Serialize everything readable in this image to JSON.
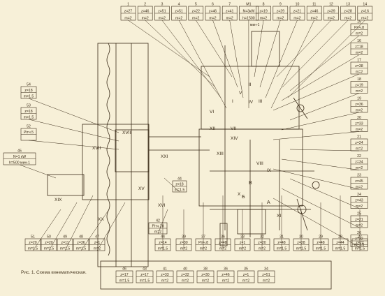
{
  "caption": "Рис. 1. Схема кинематическая.",
  "colors": {
    "paper": "#f7f0d8",
    "ink": "#3a2b18",
    "accent": "#b48a4a"
  },
  "top_gears": [
    {
      "n": "1",
      "z": "z=27",
      "m": "m=2"
    },
    {
      "n": "2",
      "z": "z=46",
      "m": "m=2"
    },
    {
      "n": "3",
      "z": "z=51",
      "m": "m=2"
    },
    {
      "n": "4",
      "z": "z=51",
      "m": "m=2"
    },
    {
      "n": "5",
      "z": "z=22",
      "m": "m=2"
    },
    {
      "n": "6",
      "z": "z=46",
      "m": "m=2"
    },
    {
      "n": "7",
      "z": "z=41",
      "m": "m=2"
    },
    {
      "n": "M1",
      "z": "N=3кW",
      "m": "h=1500"
    },
    {
      "n": "8",
      "z": "z=19",
      "m": "m=2"
    },
    {
      "n": "9",
      "z": "z=29",
      "m": "m=2"
    },
    {
      "n": "10",
      "z": "z=21",
      "m": "m=2"
    },
    {
      "n": "11",
      "z": "z=46",
      "m": "m=2"
    },
    {
      "n": "12",
      "z": "z=39",
      "m": "m=2"
    },
    {
      "n": "13",
      "z": "z=28",
      "m": "m=2"
    },
    {
      "n": "14",
      "z": "z=16",
      "m": "m=2"
    }
  ],
  "motor_unit": "мин-1",
  "right_gears": [
    {
      "n": "15",
      "z": "Pітч.8",
      "m": "m=2"
    },
    {
      "n": "16",
      "z": "z=18",
      "m": "m=2"
    },
    {
      "n": "17",
      "z": "z=38",
      "m": "m=2"
    },
    {
      "n": "18",
      "z": "z=19",
      "m": "m=2"
    },
    {
      "n": "19",
      "z": "z=36",
      "m": "m=2"
    },
    {
      "n": "20",
      "z": "z=33",
      "m": "m=2"
    },
    {
      "n": "21",
      "z": "z=24",
      "m": "m=2"
    },
    {
      "n": "22",
      "z": "z=34",
      "m": "m=2"
    },
    {
      "n": "23",
      "z": "z=45",
      "m": "m=2"
    },
    {
      "n": "24",
      "z": "z=43",
      "m": "m=2"
    },
    {
      "n": "25",
      "z": "z=21",
      "m": "m=2"
    },
    {
      "n": "26",
      "z": "z=32",
      "m": "m=1.5"
    }
  ],
  "left_gears": [
    {
      "n": "54",
      "z": "z=18",
      "m": "m=1.5"
    },
    {
      "n": "53",
      "z": "z=18",
      "m": "m=1.5"
    },
    {
      "n": "52",
      "z": "Pітч.5",
      "m": ""
    }
  ],
  "motor_left": {
    "n": "45",
    "z": "N=1 кW",
    "m": "h=500 мин-1"
  },
  "bottom_row1": [
    {
      "n": "51",
      "z": "z=20",
      "m": "m=1.5"
    },
    {
      "n": "50",
      "z": "z=20",
      "m": "m=1.5"
    },
    {
      "n": "49",
      "z": "z=11",
      "m": "m=1.5"
    },
    {
      "n": "48",
      "z": "z=36",
      "m": "m=1.5"
    },
    {
      "n": "47",
      "z": "z=1",
      "m": "m=2"
    },
    {
      "n": "44",
      "z": "z=14",
      "m": "m=1.5"
    },
    {
      "n": "39",
      "z": "z=30",
      "m": "m=2"
    },
    {
      "n": "37",
      "z": "Pітч.8",
      "m": "m=2"
    },
    {
      "n": "36",
      "z": "z=48",
      "m": "m=2"
    },
    {
      "n": "33",
      "z": "z=1",
      "m": "m=2"
    },
    {
      "n": "32",
      "z": "z=20",
      "m": "m=2"
    },
    {
      "n": "31",
      "z": "z=48",
      "m": "m=1.5"
    },
    {
      "n": "30",
      "z": "z=28",
      "m": "m=1.5"
    },
    {
      "n": "29",
      "z": "z=48",
      "m": "m=1.5"
    },
    {
      "n": "28",
      "z": "z=44",
      "m": "m=1.5"
    },
    {
      "n": "27",
      "z": "z=22",
      "m": "m=1.5"
    }
  ],
  "bottom_row2": [
    {
      "n": "46",
      "z": "z=17",
      "m": "m=1.5"
    },
    {
      "n": "43",
      "z": "z=17",
      "m": "m=1.5"
    },
    {
      "n": "41",
      "z": "z=33",
      "m": "m=2"
    },
    {
      "n": "40",
      "z": "z=32",
      "m": "m=2"
    },
    {
      "n": "38",
      "z": "z=30",
      "m": "m=2"
    },
    {
      "n": "36",
      "z": "z=46",
      "m": "m=2"
    },
    {
      "n": "35",
      "z": "z=1",
      "m": "m=2"
    },
    {
      "n": "34",
      "z": "z=51",
      "m": "m=2"
    }
  ],
  "extra_labels": [
    {
      "n": "42",
      "z": "Pітч.28",
      "m": "m=2"
    },
    {
      "n": "44",
      "z": "z=18",
      "m": "m=1.5"
    }
  ],
  "shafts": [
    "I",
    "II",
    "III",
    "IV",
    "V",
    "VI",
    "VII",
    "VIII",
    "IX",
    "X",
    "XI",
    "XII",
    "XIII",
    "XIV",
    "XV",
    "XVI",
    "XVII",
    "XVIII",
    "XIX",
    "XX",
    "XXI"
  ],
  "letters": [
    "A",
    "Б",
    "В"
  ]
}
